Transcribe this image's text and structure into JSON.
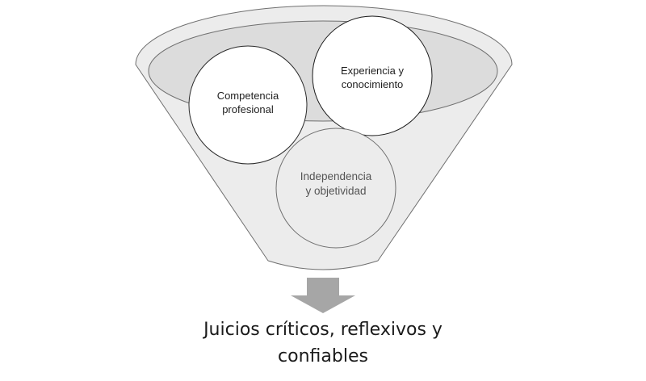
{
  "funnel": {
    "inputs": [
      {
        "id": "competencia",
        "lines": [
          "Competencia",
          "profesional"
        ]
      },
      {
        "id": "experiencia",
        "lines": [
          "Experiencia  y",
          "conocimiento"
        ]
      },
      {
        "id": "independencia",
        "lines": [
          "Independencia",
          "y objetividad"
        ]
      }
    ],
    "output": {
      "lines": [
        "Juicios críticos, reflexivos y",
        "confiables"
      ]
    }
  },
  "colors": {
    "funnel_fill": "#ececec",
    "rim_fill": "#dcdcdc",
    "stroke": "#6f6f6f",
    "arrow": "#a6a6a6"
  }
}
